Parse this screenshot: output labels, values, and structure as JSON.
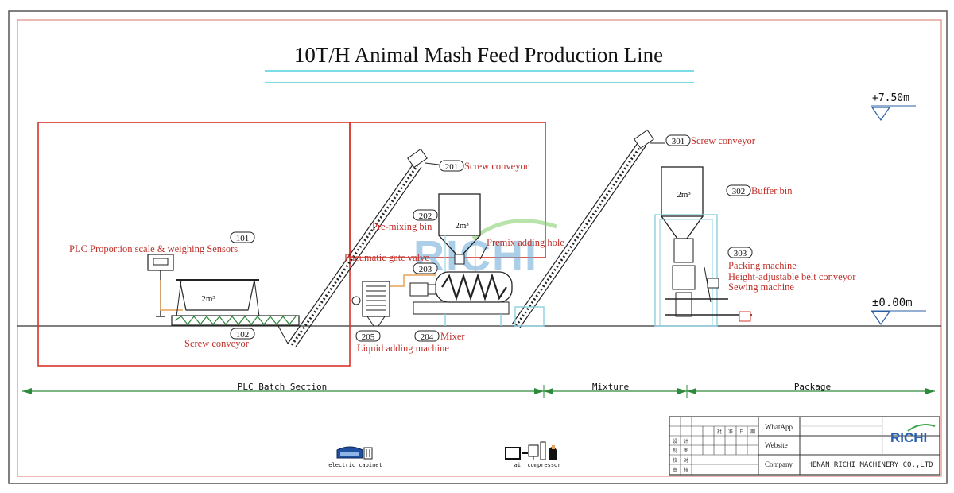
{
  "title": "10T/H Animal Mash Feed Production Line",
  "elevations": {
    "top": "+7.50m",
    "ground": "±0.00m"
  },
  "labels": [
    {
      "id": "101",
      "text": "PLC Proportion scale & weighing Sensors"
    },
    {
      "id": "102",
      "text": "Screw conveyor"
    },
    {
      "id": "201",
      "text": "Screw conveyor"
    },
    {
      "id": "202",
      "text": "Pre-mixing bin"
    },
    {
      "id": "203",
      "text": "Pneumatic gate valve"
    },
    {
      "id": "204",
      "text": "Mixer"
    },
    {
      "id": "205",
      "text": "Liquid adding machine"
    },
    {
      "id": "",
      "text": "Premix adding hole"
    },
    {
      "id": "301",
      "text": "Screw conveyor"
    },
    {
      "id": "302",
      "text": "Buffer bin"
    },
    {
      "id": "303",
      "text": "Packing machine"
    },
    {
      "id": "",
      "text": "Height-adjustable belt conveyor"
    },
    {
      "id": "",
      "text": "Sewing machine"
    }
  ],
  "bin_volume": "2m³",
  "sections": [
    "PLC Batch Section",
    "Mixture",
    "Package"
  ],
  "legend": {
    "cabinet": "electric cabinet",
    "compressor": "air compressor"
  },
  "watermark": "RICHI",
  "title_block": {
    "rows": [
      {
        "label": "WhatApp",
        "value": ""
      },
      {
        "label": "Website",
        "value": ""
      },
      {
        "label": "Company",
        "value": "HENAN RICHI MACHINERY CO.,LTD"
      }
    ],
    "logo": "RICHI",
    "grid_cells": [
      "设",
      "计",
      "制",
      "图",
      "校",
      "对",
      "审",
      "核",
      "批",
      "准",
      "日",
      "期"
    ]
  },
  "colors": {
    "label_red": "#c0302a",
    "frame_red": "#d9342b",
    "title_line": "#4fd1dc",
    "structure_cyan": "#8ccfe0",
    "watermark_green": "#7fcf6a",
    "watermark_blue": "#6aa9d8"
  }
}
